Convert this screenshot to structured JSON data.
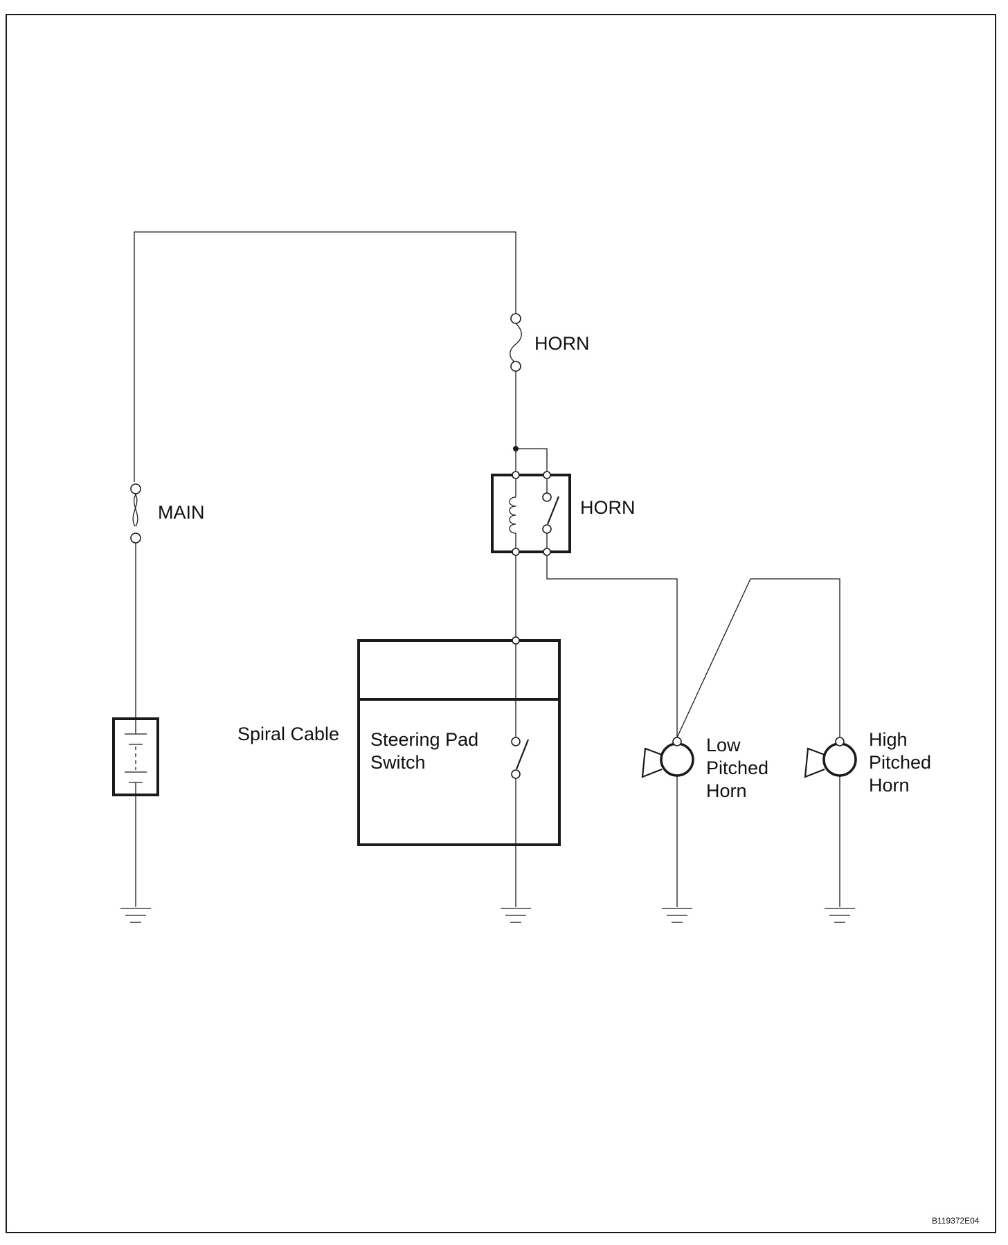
{
  "labels": {
    "horn_fuse": "HORN",
    "horn_relay": "HORN",
    "main_fuse": "MAIN",
    "spiral_cable": "Spiral Cable",
    "steering_pad_switch": [
      "Steering Pad",
      "Switch"
    ],
    "low_horn": [
      "Low",
      "Pitched",
      "Horn"
    ],
    "high_horn": [
      "High",
      "Pitched",
      "Horn"
    ],
    "figure_code": "B119372E04"
  },
  "colors": {
    "line": "#1a1a1a",
    "background": "#ffffff"
  }
}
